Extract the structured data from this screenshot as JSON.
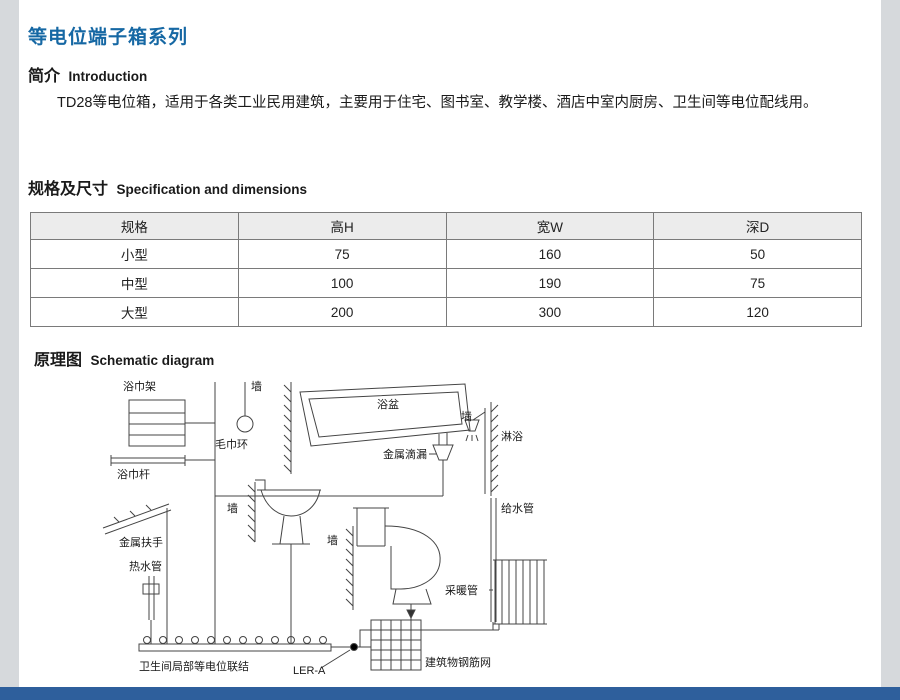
{
  "colors": {
    "title_blue": "#1668a4",
    "footer_blue": "#2e5f9c",
    "table_header_bg": "#ececec"
  },
  "page": {
    "title": "等电位端子箱系列"
  },
  "sections": {
    "intro": {
      "heading_zh": "简介",
      "heading_en": "Introduction",
      "body": "TD28等电位箱，适用于各类工业民用建筑，主要用于住宅、图书室、教学楼、酒店中室内厨房、卫生间等电位配线用。"
    },
    "spec": {
      "heading_zh": "规格及尺寸",
      "heading_en": "Specification and dimensions"
    },
    "schematic": {
      "heading_zh": "原理图",
      "heading_en": "Schematic diagram"
    }
  },
  "spec_table": {
    "headers": [
      "规格",
      "高H",
      "宽W",
      "深D"
    ],
    "rows": [
      [
        "小型",
        "75",
        "160",
        "50"
      ],
      [
        "中型",
        "100",
        "190",
        "75"
      ],
      [
        "大型",
        "200",
        "300",
        "120"
      ]
    ]
  },
  "schematic_labels": {
    "towel_rack": "浴巾架",
    "wall_top": "墙",
    "bathtub": "浴盆",
    "towel_ring": "毛巾环",
    "metal_drip": "金属滴漏",
    "wall_shower": "墙",
    "shower": "淋浴",
    "towel_bar": "浴巾杆",
    "wall_basin": "墙",
    "water_supply_pipe": "给水管",
    "metal_handrail": "金属扶手",
    "wall_toilet": "墙",
    "hot_water_pipe": "热水管",
    "heating_pipe": "采暖管",
    "bonding_bar": "卫生间局部等电位联结",
    "terminal_box": "LER-A",
    "rebar_mesh": "建筑物钢筋网"
  }
}
